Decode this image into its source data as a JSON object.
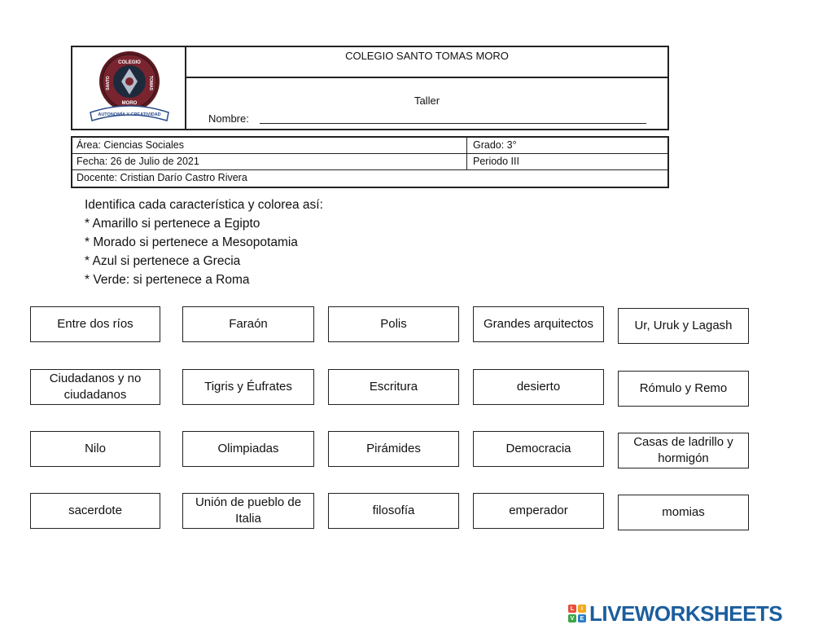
{
  "header": {
    "school_name": "COLEGIO SANTO TOMAS MORO",
    "workshop_title": "Taller",
    "name_label": "Nombre:",
    "logo_text": {
      "top": "COLEGIO",
      "left": "SANTO",
      "right": "TOMAS",
      "bottom": "MORO",
      "ribbon": "AUTONOMÍA Y CREATIVIDAD"
    }
  },
  "info": {
    "area": "Área: Ciencias Sociales",
    "grade": "Grado: 3°",
    "date": "Fecha: 26 de Julio de 2021",
    "period": "Periodo III",
    "teacher": "Docente: Cristian Darío Castro Rivera"
  },
  "instructions": [
    "Identifica cada característica y colorea así:",
    "* Amarillo si pertenece a Egipto",
    "* Morado si pertenece a Mesopotamia",
    "* Azul si pertenece a Grecia",
    "* Verde: si pertenece a Roma"
  ],
  "cards": [
    [
      "Entre dos ríos",
      "Faraón",
      "Polis",
      "Grandes arquitectos",
      "Ur, Uruk y Lagash"
    ],
    [
      "Ciudadanos y no ciudadanos",
      "Tigris y Éufrates",
      "Escritura",
      "desierto",
      "Rómulo y Remo"
    ],
    [
      "Nilo",
      "Olimpiadas",
      "Pirámides",
      "Democracia",
      "Casas de ladrillo y hormigón"
    ],
    [
      "sacerdote",
      "Unión de pueblo de Italia",
      "filosofía",
      "emperador",
      "momias"
    ]
  ],
  "footer": {
    "brand": "LIVEWORKSHEETS",
    "block_letters": [
      "L",
      "I",
      "V",
      "E"
    ],
    "colors": {
      "brand_blue": "#1b5e9e",
      "block_colors": [
        "#e94e3c",
        "#f2a81d",
        "#3aa64a",
        "#2a7fc5"
      ]
    }
  }
}
